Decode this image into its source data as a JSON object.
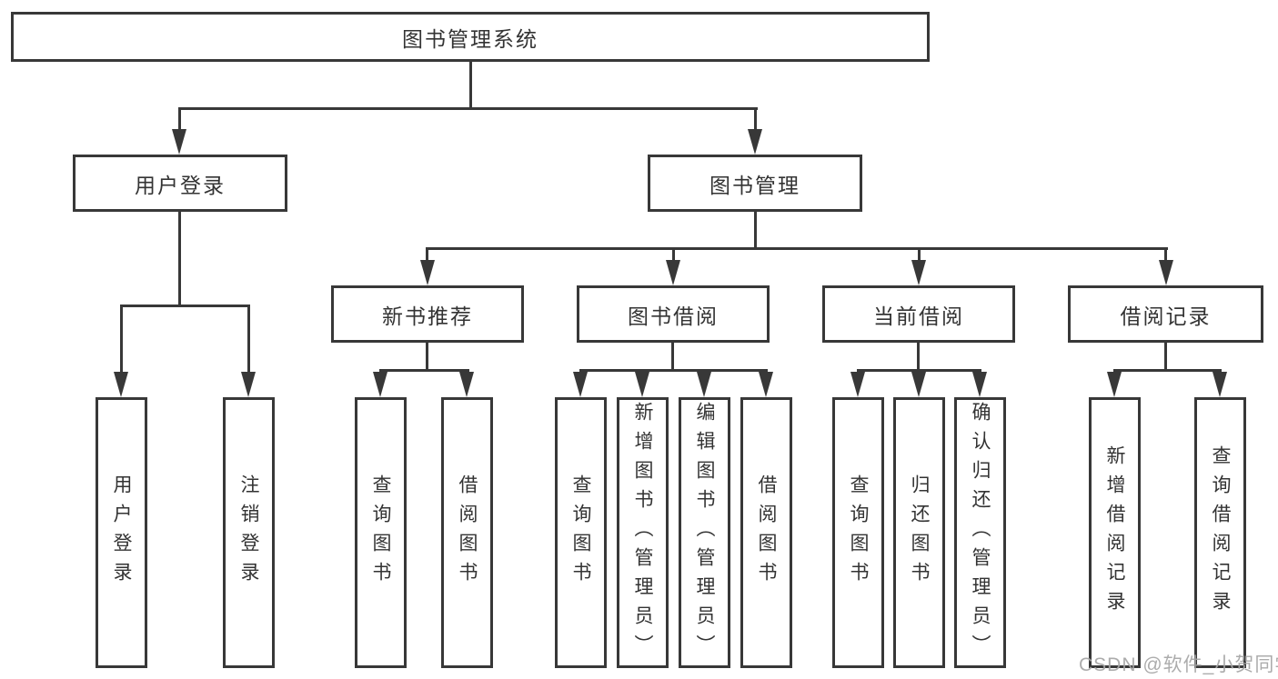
{
  "page": {
    "watermark": "CSDN @软件_小贺同学"
  },
  "colors": {
    "line": "#383838",
    "box_border": "#383838",
    "text": "#333333",
    "watermark": "#a5a5a5",
    "background": "#ffffff"
  },
  "tree": {
    "root": {
      "label": "图书管理系统"
    },
    "branches": [
      {
        "label": "用户登录",
        "children": [
          {
            "label": "用户登录"
          },
          {
            "label": "注销登录"
          }
        ]
      },
      {
        "label": "图书管理",
        "children": [
          {
            "label": "新书推荐",
            "children": [
              {
                "label": "查询图书"
              },
              {
                "label": "借阅图书"
              }
            ]
          },
          {
            "label": "图书借阅",
            "children": [
              {
                "label": "查询图书"
              },
              {
                "label": "新增图书（管理员）"
              },
              {
                "label": "编辑图书（管理员）"
              },
              {
                "label": "借阅图书"
              }
            ]
          },
          {
            "label": "当前借阅",
            "children": [
              {
                "label": "查询图书"
              },
              {
                "label": "归还图书"
              },
              {
                "label": "确认归还（管理员）"
              }
            ]
          },
          {
            "label": "借阅记录",
            "children": [
              {
                "label": "新增借阅记录"
              },
              {
                "label": "查询借阅记录"
              }
            ]
          }
        ]
      }
    ]
  }
}
